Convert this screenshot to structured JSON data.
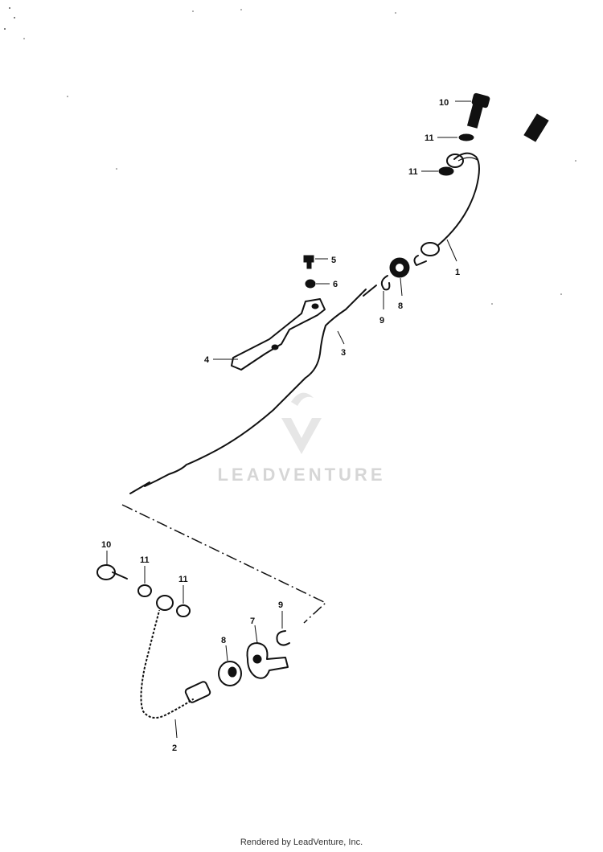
{
  "callouts": {
    "c1": "1",
    "c2": "2",
    "c3": "3",
    "c4": "4",
    "c5": "5",
    "c6": "6",
    "c7": "7",
    "c8a": "8",
    "c8b": "8",
    "c9a": "9",
    "c9b": "9",
    "c10a": "10",
    "c10b": "10",
    "c11a": "11",
    "c11b": "11",
    "c11c": "11",
    "c11d": "11"
  },
  "watermark": "LEADVENTURE",
  "footer": "Rendered by LeadVenture, Inc."
}
